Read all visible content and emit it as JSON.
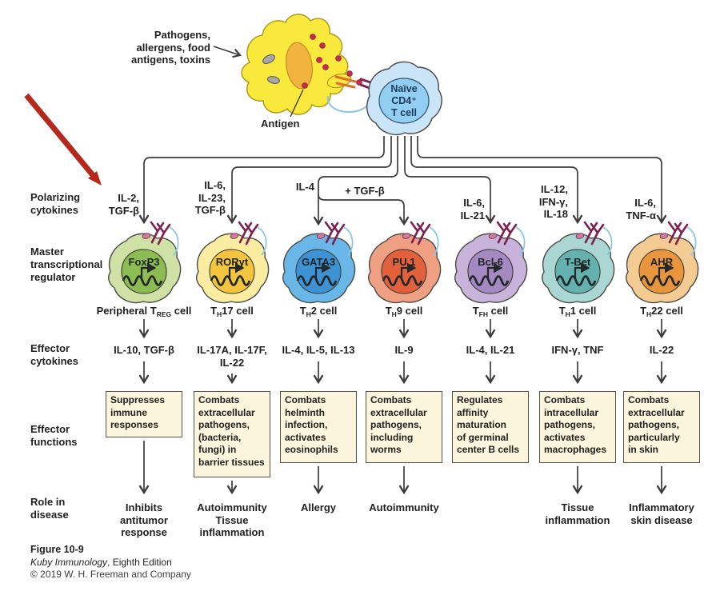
{
  "top": {
    "pathogens_label": "Pathogens,\nallergens, food\nantigens, toxins",
    "antigen_label": "Antigen",
    "naive_cell_label": "Naïve\nCD4⁺\nT cell"
  },
  "row_labels": {
    "polarizing": "Polarizing\ncytokines",
    "master": "Master\ntranscriptional\nregulator",
    "effector_cytokines": "Effector\ncytokines",
    "effector_functions": "Effector\nfunctions",
    "role_in_disease": "Role in\ndisease"
  },
  "columns": [
    {
      "key": "treg",
      "polarizing": "IL-2,\nTGF-β",
      "regulator": "FoxP3",
      "cell_name": {
        "pre": "Peripheral T",
        "sub": "REG",
        "post": " cell"
      },
      "effector_cytokines": "IL-10, TGF-β",
      "effector_function": "Suppresses\nimmune\nresponses",
      "disease": "Inhibits\nantitumor\nresponse",
      "colors": {
        "outer": "#cfe1a5",
        "inner": "#8dbd52"
      }
    },
    {
      "key": "th17",
      "polarizing": "IL-6,\nIL-23,\nTGF-β",
      "regulator": "RORγt",
      "cell_name": {
        "pre": "T",
        "sub": "H",
        "post": "17 cell"
      },
      "effector_cytokines": "IL-17A, IL-17F,\nIL-22",
      "effector_function": "Combats\nextracellular\npathogens,\n(bacteria,\nfungi) in\nbarrier tissues",
      "disease": "Autoimmunity\nTissue\ninflammation",
      "colors": {
        "outer": "#faeca0",
        "inner": "#f3c53d"
      }
    },
    {
      "key": "th2",
      "polarizing": "IL-4",
      "regulator": "GATA3",
      "cell_name": {
        "pre": "T",
        "sub": "H",
        "post": "2 cell"
      },
      "effector_cytokines": "IL-4, IL-5, IL-13",
      "effector_function": "Combats\nhelminth\ninfection,\nactivates\neosinophils",
      "disease": "Allergy",
      "colors": {
        "outer": "#68b7e8",
        "inner": "#3d92d4"
      }
    },
    {
      "key": "th9",
      "polarizing": "+ TGF-β",
      "regulator": "PU.1",
      "cell_name": {
        "pre": "T",
        "sub": "H",
        "post": "9 cell"
      },
      "effector_cytokines": "IL-9",
      "effector_function": "Combats\nextracellular\npathogens,\nincluding\nworms",
      "disease": "Autoimmunity",
      "colors": {
        "outer": "#efa083",
        "inner": "#e2613c"
      }
    },
    {
      "key": "tfh",
      "polarizing": "IL-6,\nIL-21",
      "regulator": "Bcl-6",
      "cell_name": {
        "pre": "T",
        "sub": "FH",
        "post": " cell"
      },
      "effector_cytokines": "IL-4, IL-21",
      "effector_function": "Regulates\naffinity\nmaturation\nof germinal\ncenter B cells",
      "disease": "",
      "colors": {
        "outer": "#c8b3da",
        "inner": "#a589c3"
      }
    },
    {
      "key": "th1",
      "polarizing": "IL-12,\nIFN-γ,\nIL-18",
      "regulator": "T-Bet",
      "cell_name": {
        "pre": "T",
        "sub": "H",
        "post": "1 cell"
      },
      "effector_cytokines": "IFN-γ, TNF",
      "effector_function": "Combats\nintracellular\npathogens,\nactivates\nmacrophages",
      "disease": "Tissue\ninflammation",
      "colors": {
        "outer": "#aad6d3",
        "inner": "#64b1af"
      }
    },
    {
      "key": "th22",
      "polarizing": "IL-6,\nTNF-α",
      "regulator": "AHR",
      "cell_name": {
        "pre": "T",
        "sub": "H",
        "post": "22 cell"
      },
      "effector_cytokines": "IL-22",
      "effector_function": "Combats\nextracellular\npathogens,\nparticularly\nin skin",
      "disease": "Inflammatory\nskin disease",
      "colors": {
        "outer": "#f4cc93",
        "inner": "#e9953d"
      }
    }
  ],
  "caption": {
    "figure": "Figure 10-9",
    "book_title": "Kuby Immunology",
    "book_rest": ", Eighth Edition",
    "copyright": "© 2019 W. H. Freeman and Company"
  },
  "accent_colors": {
    "red_arrow": "#b5291c",
    "line": "#3b3b3b",
    "box_fill": "#faf5dc",
    "apc_yellow": "#f8e93c",
    "naive_blue": "#92cef1"
  }
}
